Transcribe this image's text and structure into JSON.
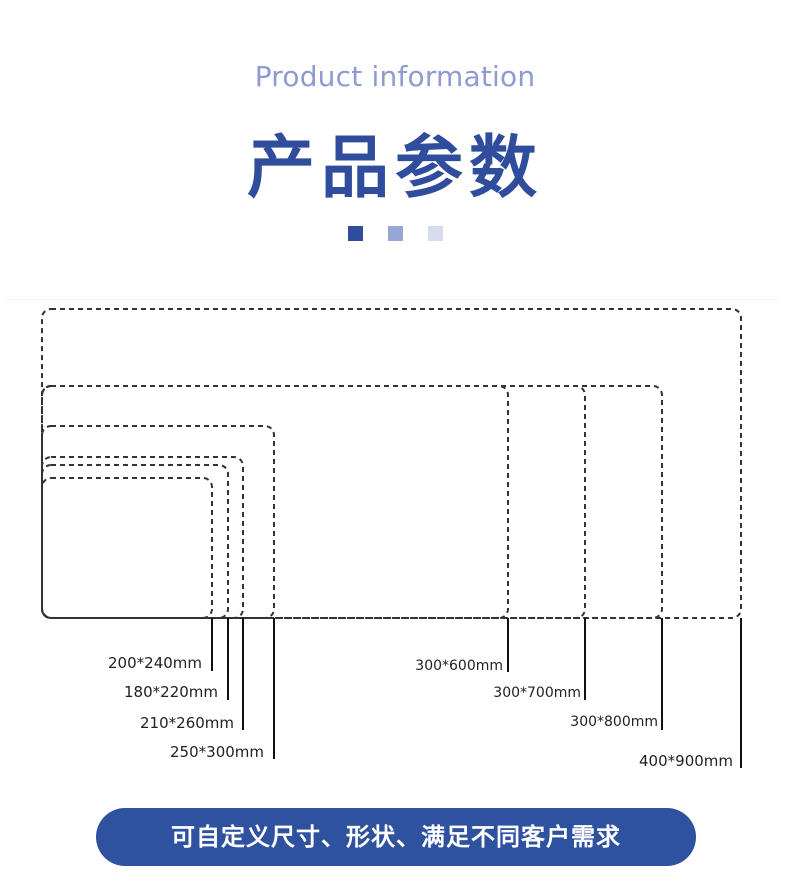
{
  "header": {
    "subtitle": "Product information",
    "title": "产品参数",
    "dot_colors": [
      "#2f4d9c",
      "#98a6d4",
      "#d6dcee"
    ]
  },
  "sizes": [
    {
      "label": "200*240mm"
    },
    {
      "label": "180*220mm"
    },
    {
      "label": "210*260mm"
    },
    {
      "label": "250*300mm"
    },
    {
      "label": "300*600mm"
    },
    {
      "label": "300*700mm"
    },
    {
      "label": "300*800mm"
    },
    {
      "label": "400*900mm"
    }
  ],
  "footer": {
    "cta_text": "可自定义尺寸、形状、满足不同客户需求"
  }
}
